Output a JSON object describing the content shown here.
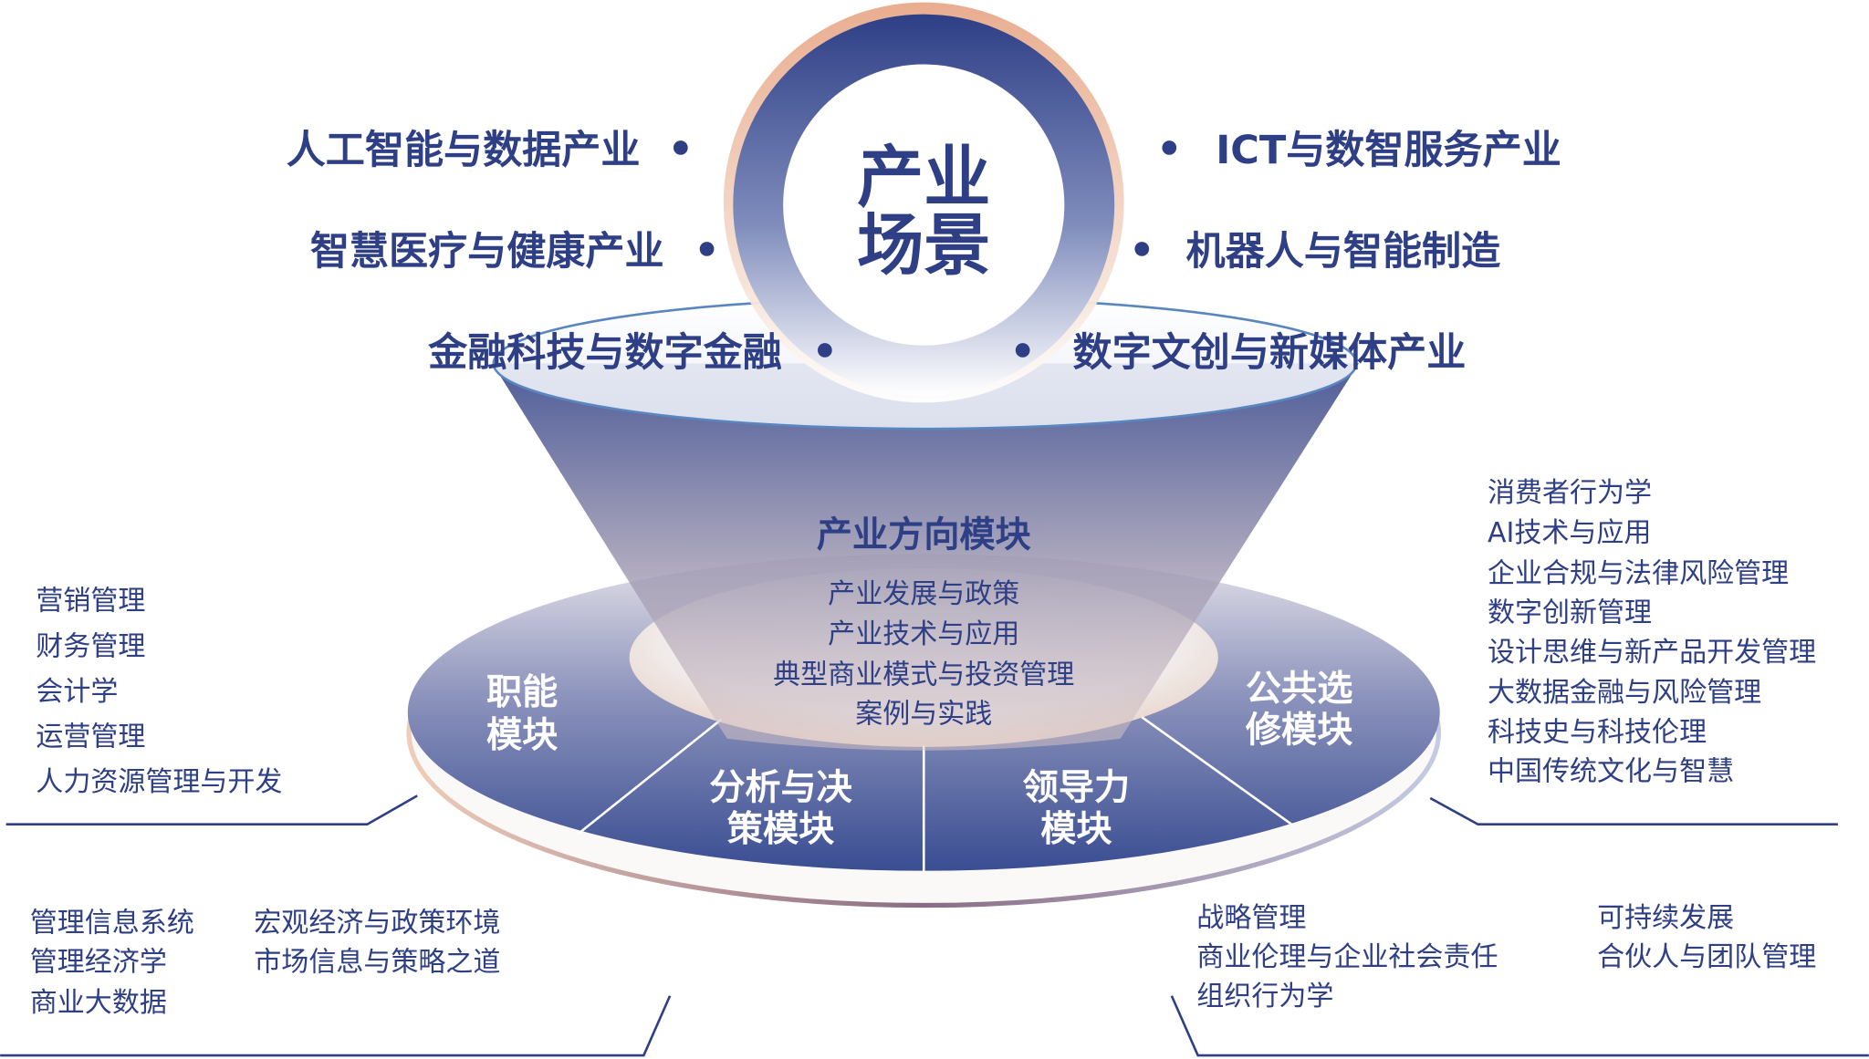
{
  "center": {
    "line1": "产业",
    "line2": "场景"
  },
  "industries_left": [
    "人工智能与数据产业",
    "智慧医疗与健康产业",
    "金融科技与数字金融"
  ],
  "industries_right": [
    "ICT与数智服务产业",
    "机器人与智能制造",
    "数字文创与新媒体产业"
  ],
  "core": {
    "title": "产业方向模块",
    "items": [
      "产业发展与政策",
      "产业技术与应用",
      "典型商业模式与投资管理",
      "案例与实践"
    ]
  },
  "modules": {
    "functional": [
      "职能",
      "模块"
    ],
    "analysis": [
      "分析与决",
      "策模块"
    ],
    "leadership": [
      "领导力",
      "模块"
    ],
    "elective": [
      "公共选",
      "修模块"
    ]
  },
  "functional_courses": [
    "营销管理",
    "财务管理",
    "会计学",
    "运营管理",
    "人力资源管理与开发"
  ],
  "elective_courses": [
    "消费者行为学",
    "AI技术与应用",
    "企业合规与法律风险管理",
    "数字创新管理",
    "设计思维与新产品开发管理",
    "大数据金融与风险管理",
    "科技史与科技伦理",
    "中国传统文化与智慧"
  ],
  "analysis_courses": {
    "col1": [
      "管理信息系统",
      "管理经济学",
      "商业大数据"
    ],
    "col2": [
      "宏观经济与政策环境",
      "市场信息与策略之道"
    ]
  },
  "leadership_courses": {
    "col1": [
      "战略管理",
      "商业伦理与企业社会责任",
      "组织行为学"
    ],
    "col2": [
      "可持续发展",
      "合伙人与团队管理"
    ]
  },
  "colors": {
    "primary": "#2e3f86",
    "accent": "#e8a98a"
  }
}
